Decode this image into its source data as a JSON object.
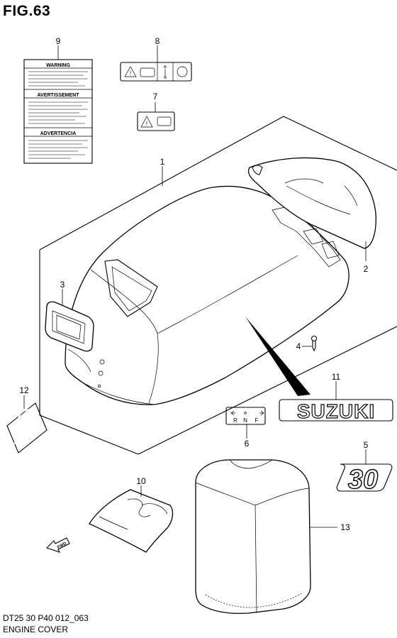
{
  "figure": {
    "title": "FIG.63",
    "code": "DT25 30 P40 012_063",
    "name": "ENGINE COVER"
  },
  "labels": {
    "warning": "WARNING",
    "avertissement": "AVERTISSEMENT",
    "advertencia": "ADVERTENCIA",
    "logo": "SUZUKI",
    "model": "30",
    "shift_r": "R",
    "shift_n": "N",
    "shift_f": "F",
    "fwd": "FWD"
  },
  "callouts": [
    "1",
    "2",
    "3",
    "4",
    "5",
    "6",
    "7",
    "8",
    "9",
    "10",
    "11",
    "12",
    "13"
  ]
}
